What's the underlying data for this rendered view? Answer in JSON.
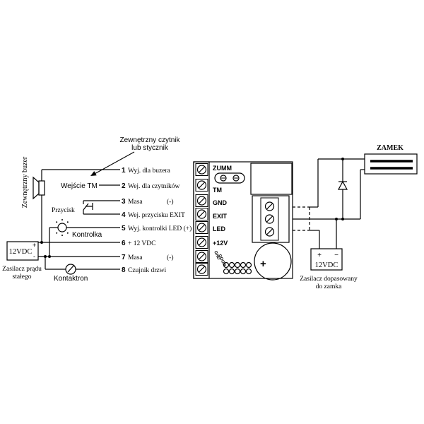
{
  "reader_label": {
    "line1": "Zewnętrzny czytnik",
    "line2": "lub stycznik"
  },
  "buzzer_label": "Zewnętrzny buzer",
  "tm_input_label": "Wejście TM",
  "button_label": "Przycisk",
  "indicator_label": "Kontrolka",
  "reed_switch_label": "Kontaktron",
  "left_psu": {
    "voltage": "12VDC",
    "plus": "+",
    "minus": "-",
    "caption_line1": "Zasilacz prądu",
    "caption_line2": "stałego"
  },
  "terminals": [
    {
      "number": "1",
      "label": "Wyj. dla buzera"
    },
    {
      "number": "2",
      "label": "Wej. dla czytników"
    },
    {
      "number": "3",
      "label": "Masa",
      "suffix": "(-)"
    },
    {
      "number": "4",
      "label": "Wej. przycisku EXIT"
    },
    {
      "number": "5",
      "label": "Wyj. kontrolki LED (+)"
    },
    {
      "number": "6",
      "label": "+ 12 VDC"
    },
    {
      "number": "7",
      "label": "Masa",
      "suffix": "(-)"
    },
    {
      "number": "8",
      "label": "Czujnik drzwi"
    }
  ],
  "board": {
    "buzzer_label": "ZUMM",
    "pin_labels": [
      "TM",
      "GND",
      "EXIT",
      "LED",
      "+12V"
    ],
    "small_pin_labels": [
      "GND",
      "DOOR"
    ],
    "capacitor_sign": "+"
  },
  "lock": {
    "label": "ZAMEK"
  },
  "right_psu": {
    "voltage": "12VDC",
    "plus": "+",
    "minus": "−",
    "caption_line1": "Zasilacz dopasowany",
    "caption_line2": "do zamka"
  }
}
